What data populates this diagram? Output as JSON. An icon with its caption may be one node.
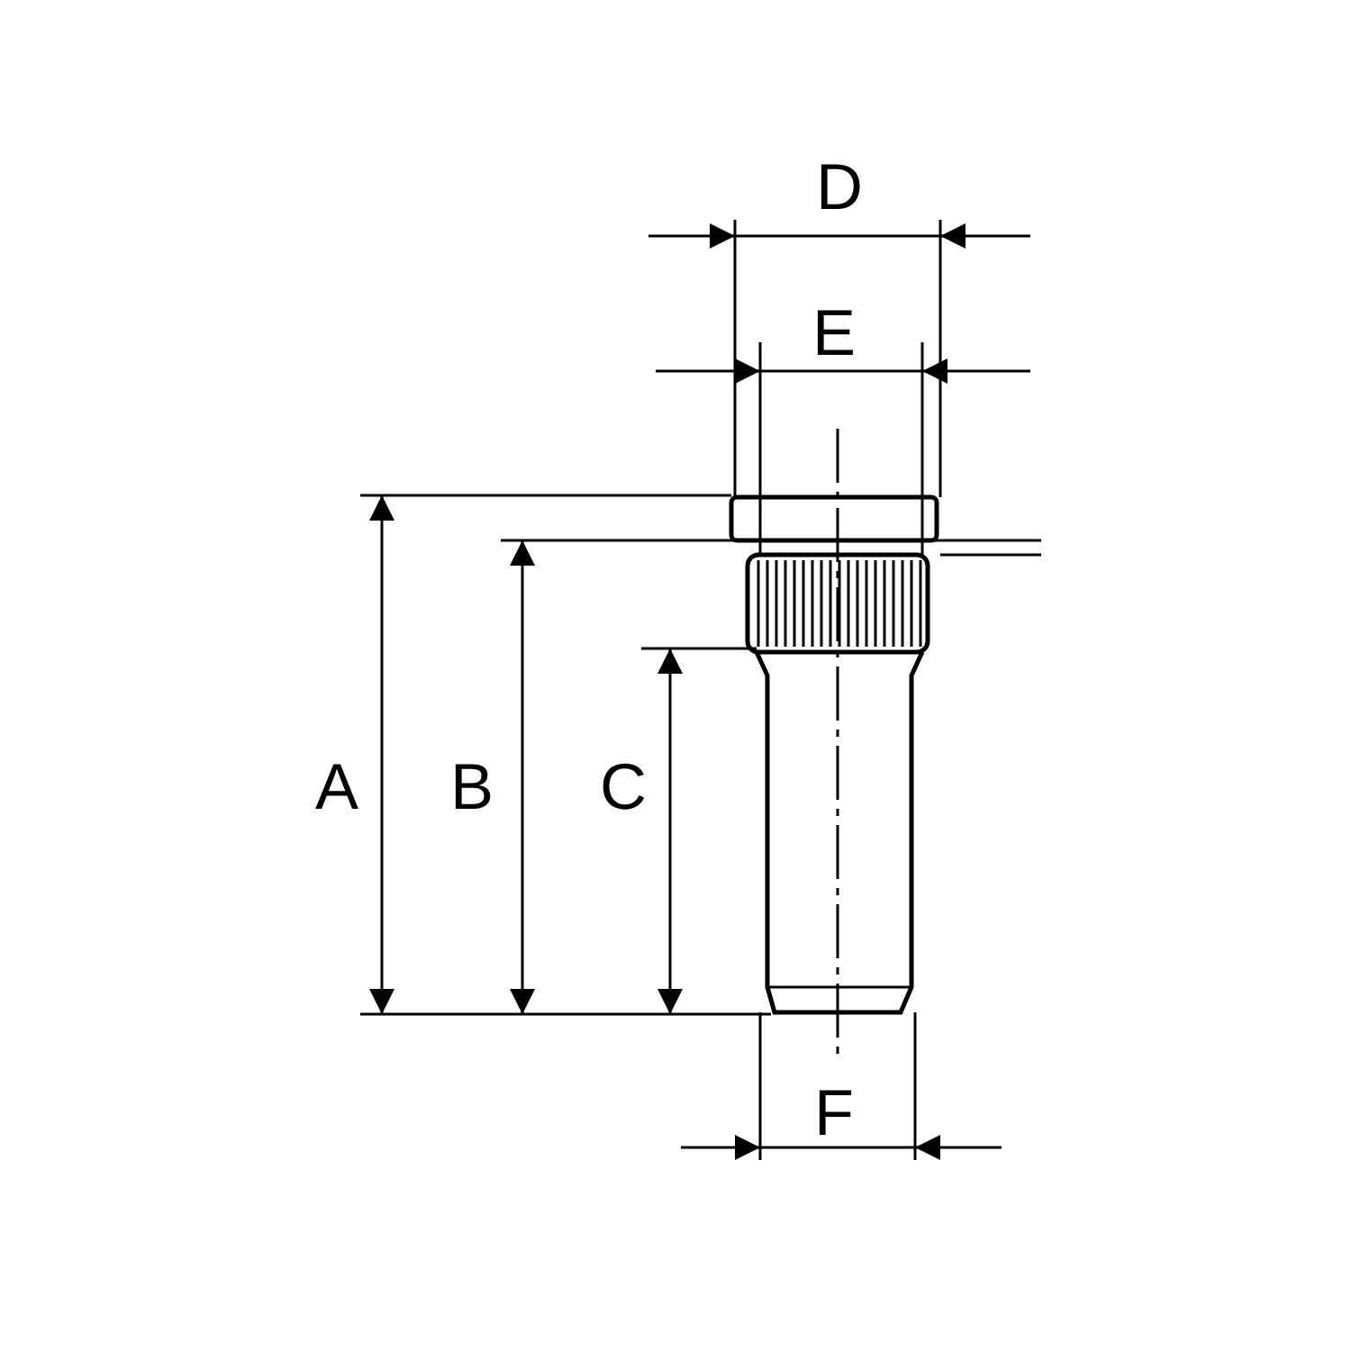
{
  "diagram": {
    "labels": [
      "D",
      "E",
      "A",
      "B",
      "C",
      "F"
    ]
  }
}
